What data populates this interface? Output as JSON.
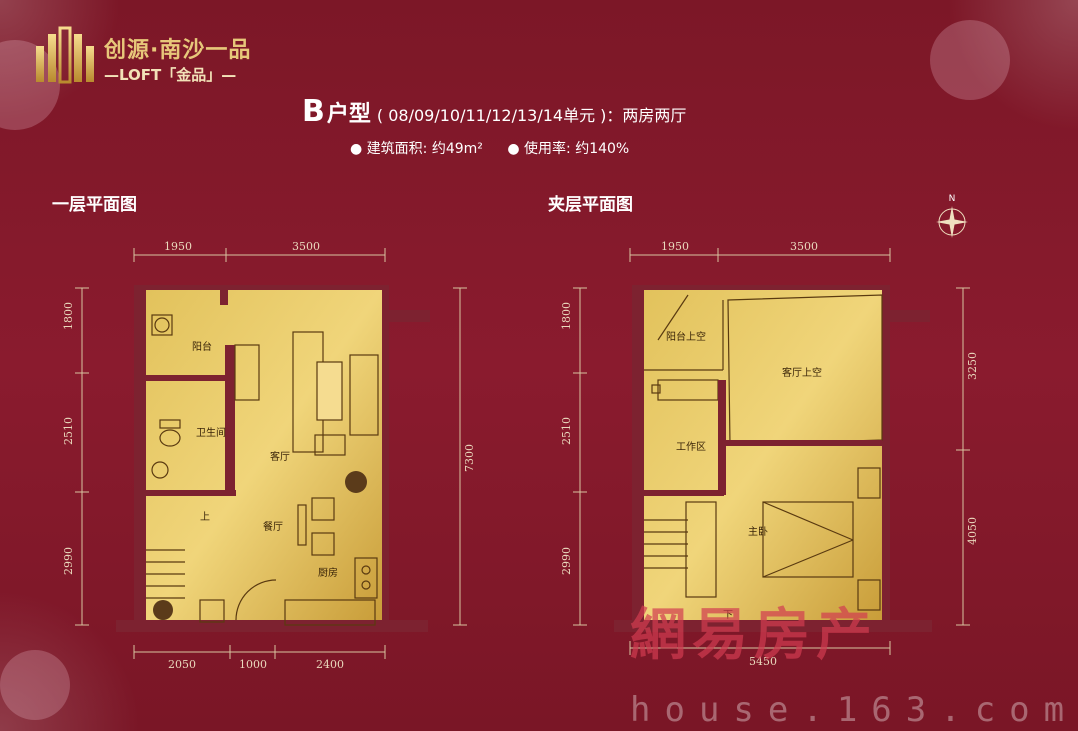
{
  "brand": {
    "name": "创源·南沙一品",
    "sub": "—LOFT「金品」—"
  },
  "title": {
    "type_letter": "B",
    "type_cn": "户型",
    "units": "( 08/09/10/11/12/13/14单元 )：两房两厅"
  },
  "specs": {
    "area": "● 建筑面积: 约49m²",
    "ratio": "● 使用率: 约140%"
  },
  "sections": {
    "ground": "一层平面图",
    "mezzanine": "夹层平面图"
  },
  "compass_label": "N",
  "ground": {
    "dims_top": [
      "1950",
      "3500"
    ],
    "dims_bottom": [
      "2050",
      "1000",
      "2400"
    ],
    "dims_left": [
      "1800",
      "2510",
      "2990"
    ],
    "dim_right": "7300",
    "rooms": [
      "阳台",
      "卫生间",
      "客厅",
      "餐厅",
      "厨房",
      "上"
    ]
  },
  "mezz": {
    "dims_top": [
      "1950",
      "3500"
    ],
    "dims_left": [
      "1800",
      "2510",
      "2990"
    ],
    "dims_right": [
      "3250",
      "4050"
    ],
    "dim_bottom": "5450",
    "rooms": [
      "阳台上空",
      "客厅上空",
      "工作区",
      "主卧",
      "下"
    ]
  },
  "watermark": {
    "line1": "網易房产",
    "line2": "house.163.com"
  },
  "colors": {
    "background": "#8a1b2e",
    "floor": "#d8b24a",
    "accent": "#e7c77a"
  }
}
